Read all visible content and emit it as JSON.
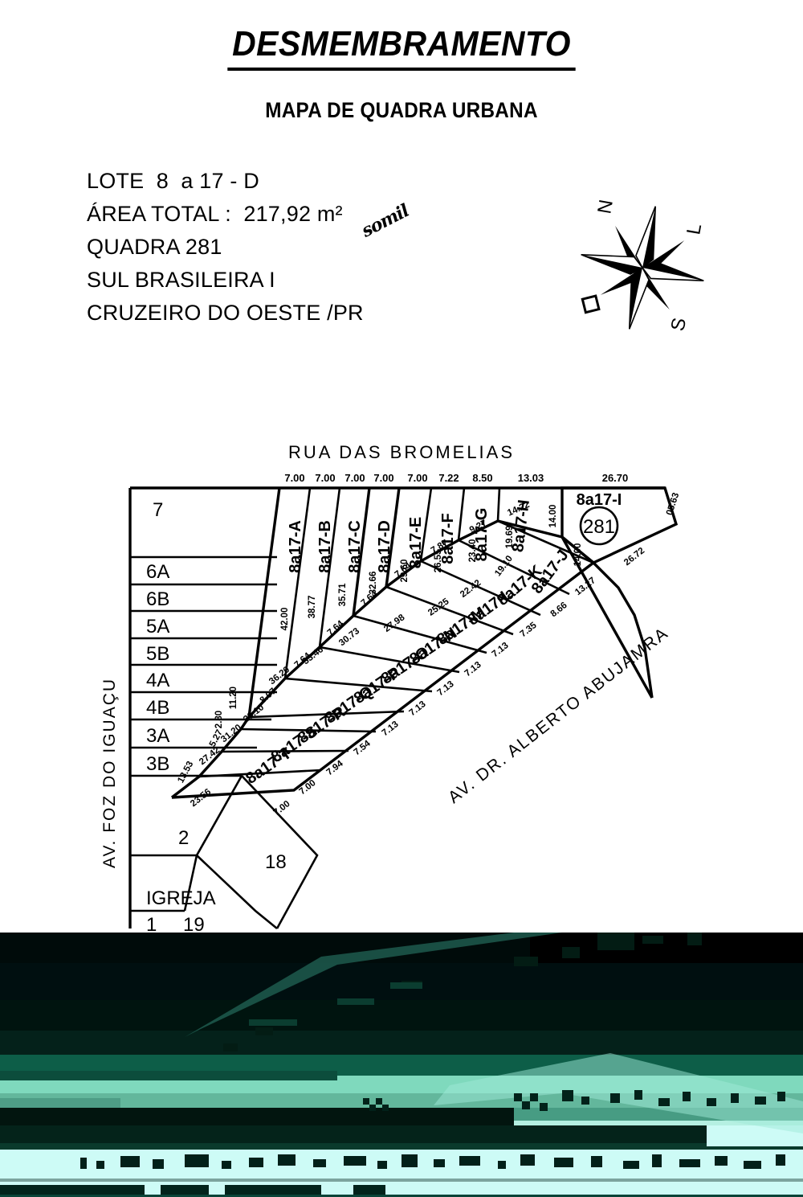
{
  "document": {
    "title": "DESMEMBRAMENTO",
    "subtitle": "MAPA DE QUADRA URBANA"
  },
  "info": {
    "lote": "LOTE  8  a 17 - D",
    "area_total": "ÁREA TOTAL :  217,92 m²",
    "quadra": "QUADRA 281",
    "loteamento": "SUL BRASILEIRA I",
    "municipio": "CRUZEIRO DO OESTE /PR",
    "handwritten_note": "somil"
  },
  "compass": {
    "north": "N",
    "east": "L",
    "south": "S",
    "west": "O"
  },
  "map": {
    "streets": {
      "top": "RUA DAS BROMELIAS",
      "left": "AV. FOZ DO IGUAÇU",
      "diagonal": "AV. DR. ALBERTO ABUJAMRA"
    },
    "block_number": "281",
    "top_dimensions": [
      "7.00",
      "7.00",
      "7.00",
      "7.00",
      "7.00",
      "7.22",
      "8.50",
      "13.03",
      "26.70"
    ],
    "neighbor_lots": [
      "7",
      "6A",
      "6B",
      "5A",
      "5B",
      "4A",
      "4B",
      "3A",
      "3B",
      "2",
      "IGREJA",
      "1",
      "19",
      "18"
    ],
    "subdivided_lots": [
      {
        "id": "8a17-A",
        "side_dims": [
          "42.00",
          "8.07"
        ]
      },
      {
        "id": "8a17-B",
        "side_dims": [
          "38.77",
          "7.64"
        ]
      },
      {
        "id": "8a17-C",
        "side_dims": [
          "35.71",
          "7.64"
        ]
      },
      {
        "id": "8a17-D",
        "side_dims": [
          "32.66",
          "7.64"
        ]
      },
      {
        "id": "8a17-E",
        "side_dims": [
          "29.60",
          "7.64"
        ]
      },
      {
        "id": "8a17-F",
        "side_dims": [
          "26.55",
          "7.87"
        ]
      },
      {
        "id": "8a17-G",
        "side_dims": [
          "23.40",
          "9.27"
        ]
      },
      {
        "id": "8a17-H",
        "side_dims": [
          "19.69",
          "14.22"
        ]
      },
      {
        "id": "8a17-I",
        "side_dims": [
          "14.00",
          "26.70",
          "05.63",
          "26.72"
        ]
      },
      {
        "id": "8a17-J",
        "side_dims": [
          "14.00",
          "13.27"
        ]
      },
      {
        "id": "8a17-K",
        "side_dims": [
          "19.10",
          "8.66"
        ]
      },
      {
        "id": "8a17-L",
        "side_dims": [
          "22.42",
          "7.35"
        ]
      },
      {
        "id": "8a17-M",
        "side_dims": [
          "25.25",
          "7.13"
        ]
      },
      {
        "id": "8a17-N",
        "side_dims": [
          "27.98",
          "7.13"
        ]
      },
      {
        "id": "8a17-O",
        "side_dims": [
          "30.73",
          "7.13"
        ]
      },
      {
        "id": "8a17-P",
        "side_dims": [
          "33.46",
          "7.13"
        ]
      },
      {
        "id": "8a17-Q",
        "side_dims": [
          "36.20",
          "7.54"
        ]
      },
      {
        "id": "8a17-R",
        "side_dims": [
          "39.10",
          "7.94"
        ]
      },
      {
        "id": "8a17-S",
        "side_dims": [
          "31.20",
          "7.00"
        ]
      },
      {
        "id": "8a17-T",
        "side_dims": [
          "27.42",
          "23.56",
          "7.00"
        ]
      }
    ],
    "other_dimensions": [
      "11.20",
      "2.80",
      "5.27",
      "13.53"
    ]
  }
}
